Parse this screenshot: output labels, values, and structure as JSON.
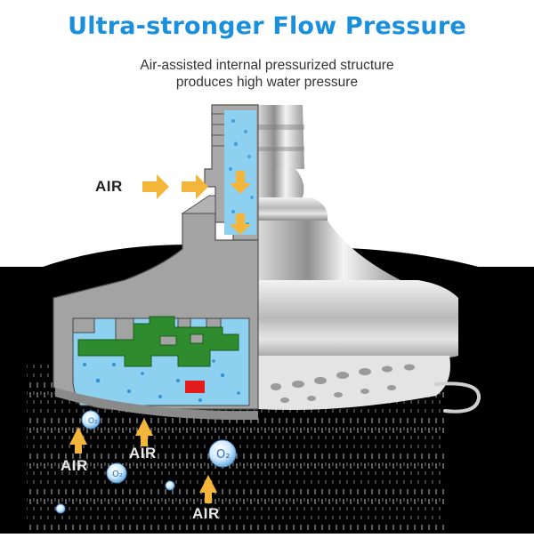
{
  "header": {
    "title": "Ultra-stronger Flow Pressure",
    "subtitle_line1": "Air-assisted internal pressurized structure",
    "subtitle_line2": "produces high water pressure"
  },
  "labels": {
    "air_top": "AIR",
    "air_left": "AIR",
    "air_middle": "AIR",
    "air_bottom": "AIR"
  },
  "bubble_text": "O₂",
  "colors": {
    "title": "#1a8fdc",
    "arrow": "#f4b63a",
    "water": "#8ed0ef",
    "valve": "#2e8b2e",
    "marker": "#e31b1b"
  }
}
